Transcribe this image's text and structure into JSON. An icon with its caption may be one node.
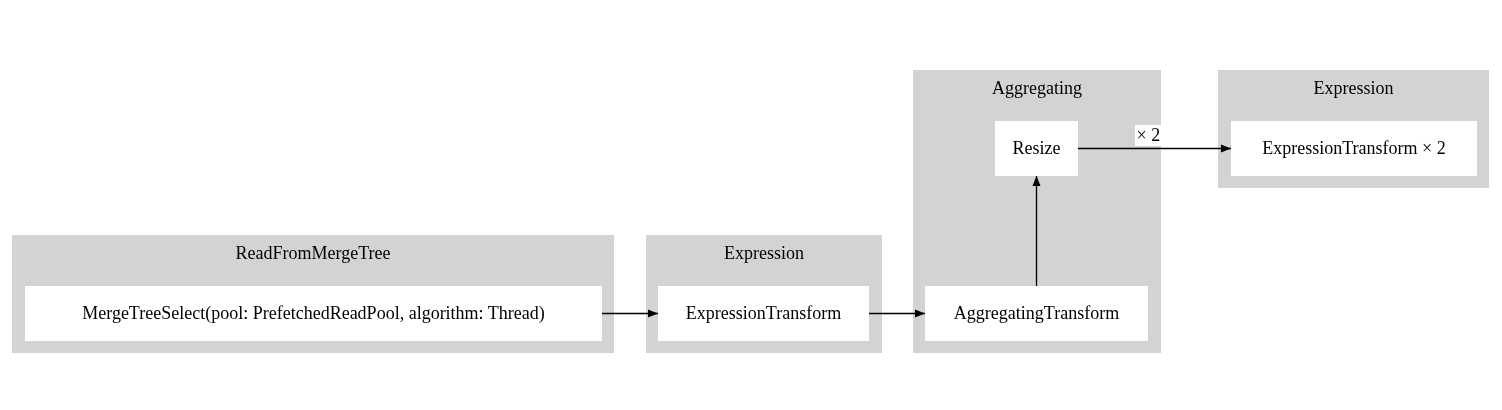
{
  "diagram": {
    "nodes": [
      {
        "text": [
          "ReadFromMergeTree"
        ]
      },
      {
        "text": [
          "MergeTreeSelect(pool: PrefetchedReadPool, algorithm: Thread)"
        ],
        "in": 0
      },
      {
        "text": [
          "Expression"
        ]
      },
      {
        "text": [
          "ExpressionTransform"
        ],
        "in": 2
      },
      {
        "text": [
          "Aggregating"
        ]
      },
      {
        "text": [
          "Resize"
        ],
        "in": 4
      },
      {
        "text": [
          "AggregatingTransform"
        ],
        "in": 4
      },
      {
        "text": [
          "Expression"
        ]
      },
      {
        "text": [
          "ExpressionTransform × 2"
        ],
        "in": 7
      }
    ],
    "edges": [
      {
        "from": 1,
        "to": 3,
        "arrow": "to"
      },
      {
        "from": 3,
        "to": 6,
        "arrow": "to"
      },
      {
        "from": 6,
        "to": 5,
        "arrow": "to"
      },
      {
        "from": 5,
        "to": 8,
        "arrow": "to",
        "label": "× 2"
      }
    ]
  }
}
